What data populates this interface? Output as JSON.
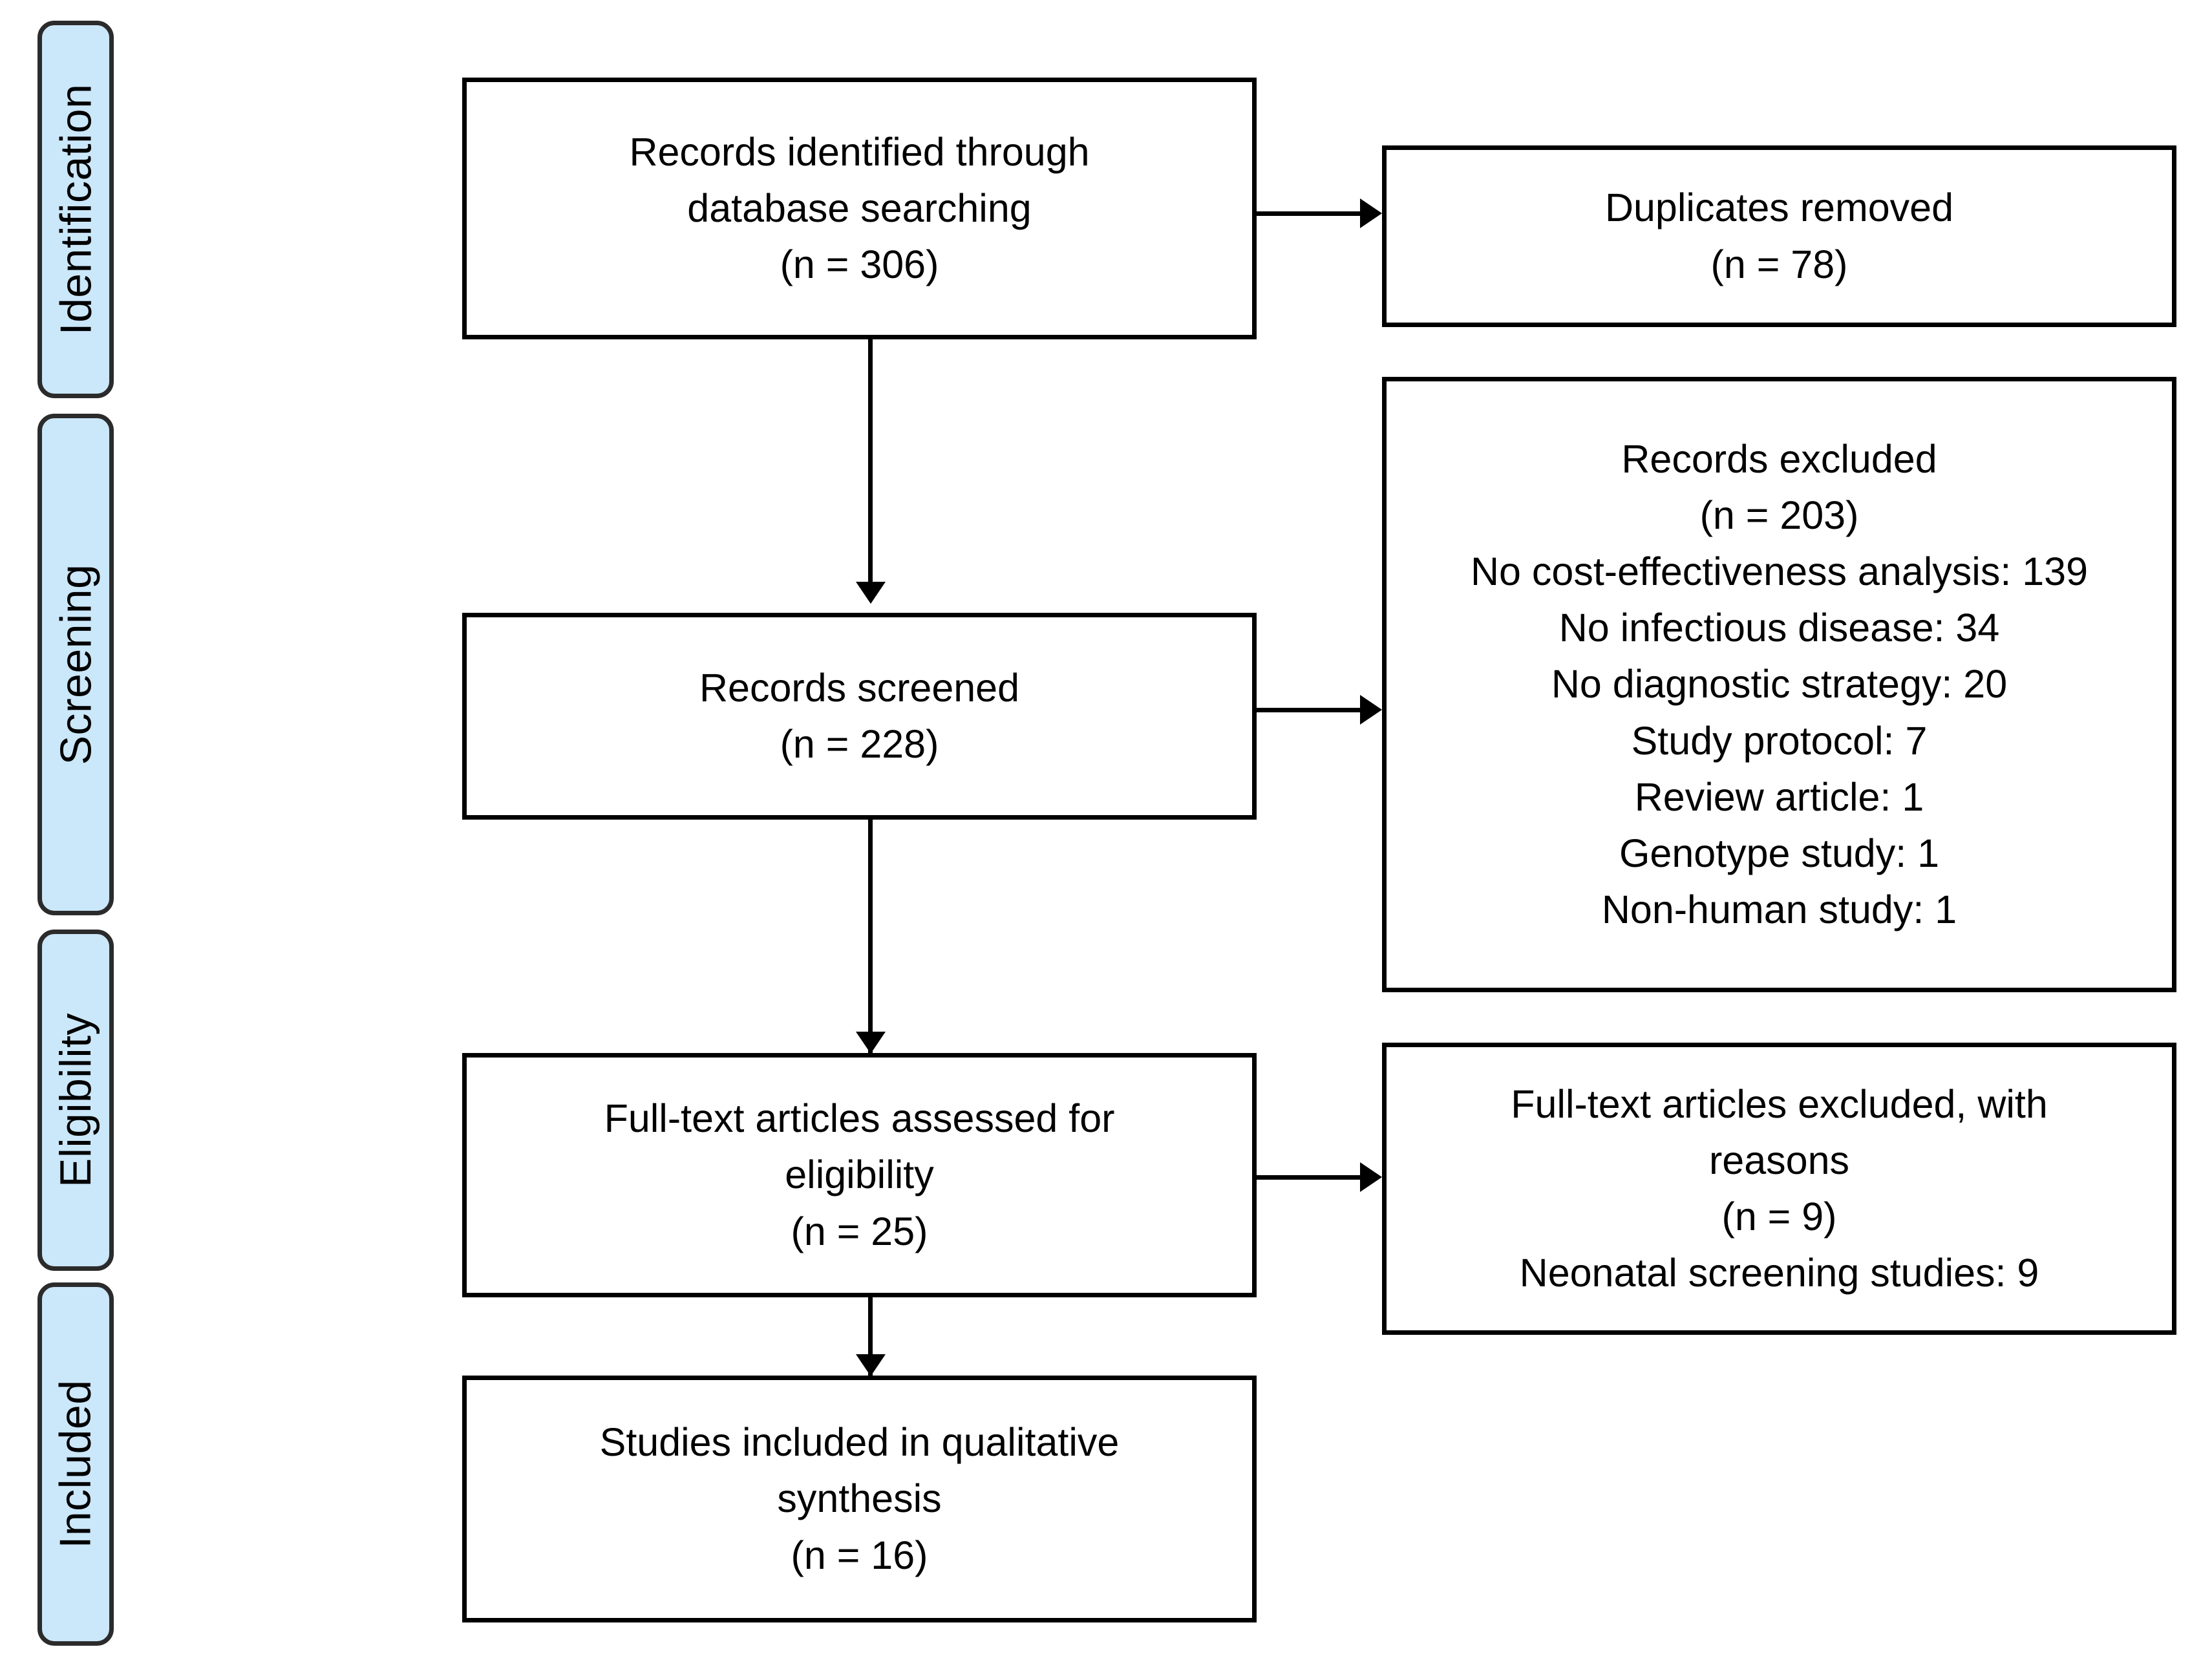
{
  "diagram": {
    "title": "PRISMA flow diagram",
    "accent_color": "#cbe7fa",
    "border_color": "#000000",
    "stage_border_color": "#2b2b2b"
  },
  "stages": [
    {
      "label": "Identification"
    },
    {
      "label": "Screening"
    },
    {
      "label": "Eligibility"
    },
    {
      "label": "Included"
    }
  ],
  "boxes": {
    "identified": {
      "lines": [
        "Records identified through",
        "database searching",
        "(n = 306)"
      ]
    },
    "duplicates": {
      "lines": [
        "Duplicates removed",
        "(n = 78)"
      ]
    },
    "screened": {
      "lines": [
        "Records screened",
        "(n = 228)"
      ]
    },
    "records_excluded": {
      "lines": [
        "Records excluded",
        "(n = 203)",
        "No cost-effectiveness analysis: 139",
        "No infectious disease: 34",
        "No diagnostic strategy: 20",
        "Study protocol: 7",
        "Review article: 1",
        "Genotype study: 1",
        "Non-human study: 1"
      ]
    },
    "fulltext_assessed": {
      "lines": [
        "Full-text articles assessed for",
        "eligibility",
        "(n = 25)"
      ]
    },
    "fulltext_excluded": {
      "lines": [
        "Full-text articles excluded, with",
        "reasons",
        "(n = 9)",
        "Neonatal screening studies: 9"
      ]
    },
    "included": {
      "lines": [
        "Studies included in qualitative",
        "synthesis",
        "(n = 16)"
      ]
    }
  },
  "chart_data": {
    "type": "diagram",
    "title": "PRISMA flow diagram",
    "nodes": [
      {
        "id": "identified",
        "stage": "Identification",
        "label": "Records identified through database searching",
        "n": 306
      },
      {
        "id": "duplicates",
        "stage": "Identification",
        "label": "Duplicates removed",
        "n": 78
      },
      {
        "id": "screened",
        "stage": "Screening",
        "label": "Records screened",
        "n": 228
      },
      {
        "id": "records_excluded",
        "stage": "Screening",
        "label": "Records excluded",
        "n": 203,
        "reasons": [
          {
            "reason": "No cost-effectiveness analysis",
            "count": 139
          },
          {
            "reason": "No infectious disease",
            "count": 34
          },
          {
            "reason": "No diagnostic strategy",
            "count": 20
          },
          {
            "reason": "Study protocol",
            "count": 7
          },
          {
            "reason": "Review article",
            "count": 1
          },
          {
            "reason": "Genotype study",
            "count": 1
          },
          {
            "reason": "Non-human study",
            "count": 1
          }
        ]
      },
      {
        "id": "fulltext_assessed",
        "stage": "Eligibility",
        "label": "Full-text articles assessed for eligibility",
        "n": 25
      },
      {
        "id": "fulltext_excluded",
        "stage": "Eligibility",
        "label": "Full-text articles excluded, with reasons",
        "n": 9,
        "reasons": [
          {
            "reason": "Neonatal screening studies",
            "count": 9
          }
        ]
      },
      {
        "id": "included",
        "stage": "Included",
        "label": "Studies included in qualitative synthesis",
        "n": 16
      }
    ],
    "edges": [
      {
        "from": "identified",
        "to": "duplicates",
        "direction": "right"
      },
      {
        "from": "identified",
        "to": "screened",
        "direction": "down"
      },
      {
        "from": "screened",
        "to": "records_excluded",
        "direction": "right"
      },
      {
        "from": "screened",
        "to": "fulltext_assessed",
        "direction": "down"
      },
      {
        "from": "fulltext_assessed",
        "to": "fulltext_excluded",
        "direction": "right"
      },
      {
        "from": "fulltext_assessed",
        "to": "included",
        "direction": "down"
      }
    ]
  }
}
